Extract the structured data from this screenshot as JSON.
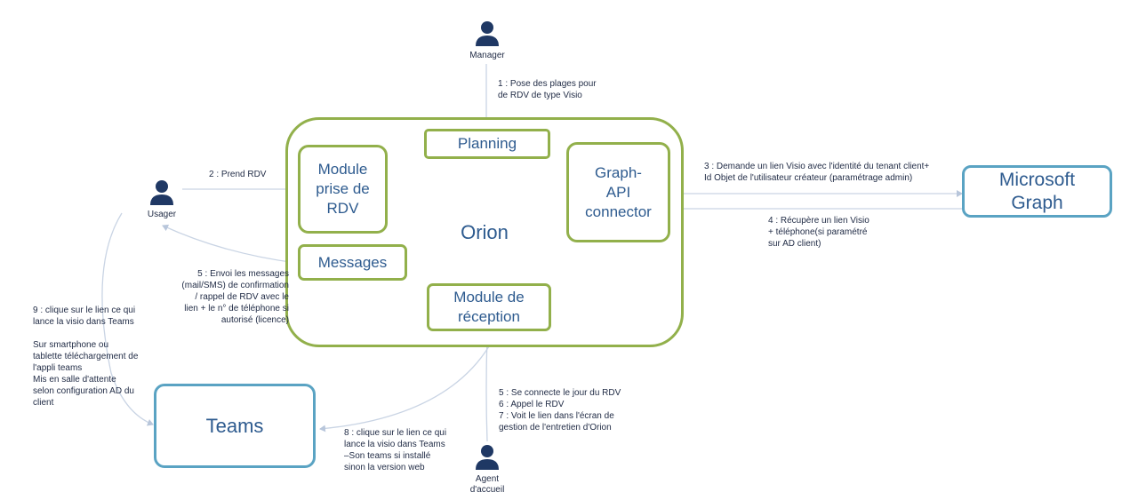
{
  "actors": {
    "manager": "Manager",
    "usager": "Usager",
    "agent": "Agent\nd'accueil"
  },
  "boxes": {
    "orion": "Orion",
    "planning": "Planning",
    "module_prise": "Module\nprise de\nRDV",
    "messages": "Messages",
    "module_reception": "Module de\nréception",
    "graph_api": "Graph-\nAPI\nconnector",
    "microsoft_graph": "Microsoft\nGraph",
    "teams": "Teams"
  },
  "notes": {
    "step1": "1 : Pose des plages pour\nde RDV de type Visio",
    "step2": "2 : Prend RDV",
    "step3": "3 : Demande un lien Visio avec l'identité du tenant client+\nId Objet de l'utilisateur créateur (paramétrage admin)",
    "step4": "4 : Récupère un lien Visio\n+ téléphone(si paramétré\nsur AD client)",
    "step5_messages": "5 : Envoi les messages\n(mail/SMS)  de confirmation\n/ rappel de RDV avec le\nlien + le n° de téléphone si\nautorisé (licence)",
    "step9": "9 : clique sur le lien  ce qui\nlance la visio dans Teams\n\nSur smartphone ou\ntablette téléchargement de\nl'appli teams\nMis en salle d'attente\nselon configuration AD du\nclient",
    "step5_7": "5 : Se connecte le jour du RDV\n6 : Appel le RDV\n7 : Voit le lien dans l'écran de\ngestion de l'entretien d'Orion",
    "step8": "8 : clique sur le lien  ce qui\nlance la visio dans Teams\n–Son teams si installé\nsinon la version web"
  },
  "colors": {
    "green_border": "#92b04b",
    "blue_border": "#5aa3c3",
    "text_blue": "#2e5b8f",
    "actor_icon": "#1f3864",
    "arrow": "#c9d4e4"
  }
}
